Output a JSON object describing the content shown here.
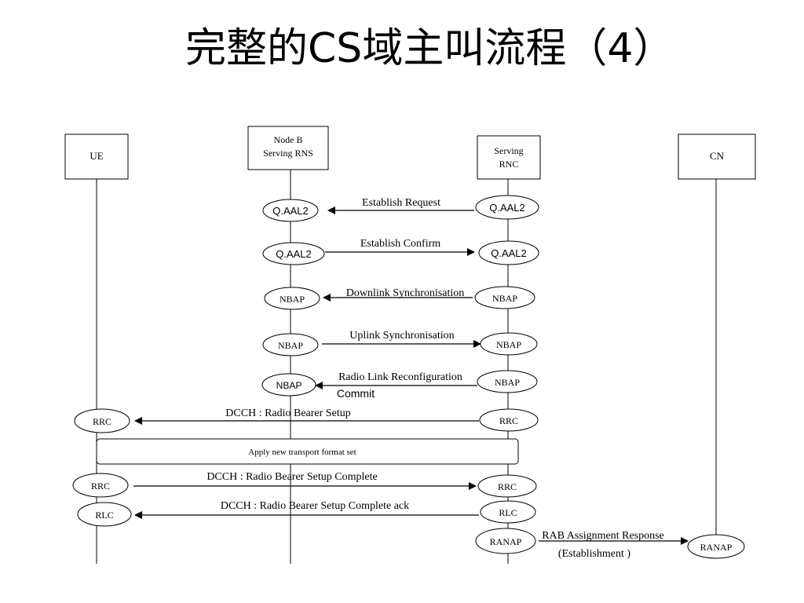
{
  "title": "完整的CS域主叫流程（4）",
  "entities": {
    "ue": "UE",
    "nodeb_line1": "Node B",
    "nodeb_line2": "Serving RNS",
    "rnc_line1": "Serving",
    "rnc_line2": "RNC",
    "cn": "CN"
  },
  "ovals": {
    "qaal2": "Q.AAL2",
    "nbap": "NBAP",
    "rrc": "RRC",
    "rlc": "RLC",
    "ranap": "RANAP"
  },
  "messages": {
    "m1": "Establish Request",
    "m2": "Establish Confirm",
    "m3": "Downlink Synchronisation",
    "m4": "Uplink Synchronisation",
    "m5_line1": "Radio Link Reconfiguration",
    "m5_line2": "Commit",
    "m6": "DCCH : Radio Bearer Setup",
    "m7": "DCCH : Radio Bearer Setup Complete",
    "m8": "DCCH : Radio Bearer Setup Complete ack",
    "m9_line1": "RAB Assignment Response",
    "m9_line2": "(Establishment )"
  },
  "process_box": "Apply new transport format set"
}
